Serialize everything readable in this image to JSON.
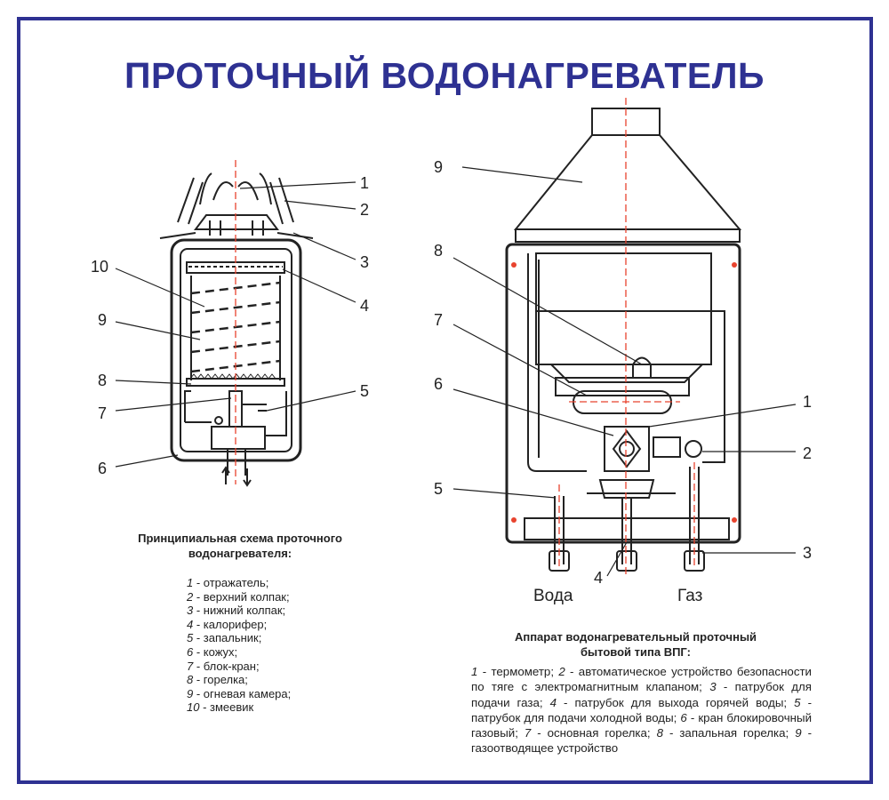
{
  "title": "ПРОТОЧНЫЙ ВОДОНАГРЕВАТЕЛЬ",
  "left_diagram": {
    "callouts": [
      "1",
      "2",
      "3",
      "4",
      "5",
      "6",
      "7",
      "8",
      "9",
      "10"
    ],
    "caption_line1": "Принципиальная схема проточного",
    "caption_line2": "водонагревателя:",
    "legend": [
      {
        "n": "1",
        "t": " - отражатель;"
      },
      {
        "n": "2",
        "t": " - верхний колпак;"
      },
      {
        "n": "3",
        "t": " - нижний колпак;"
      },
      {
        "n": "4",
        "t": " - калорифер;"
      },
      {
        "n": "5",
        "t": " - запальник;"
      },
      {
        "n": "6",
        "t": " - кожух;"
      },
      {
        "n": "7",
        "t": " - блок-кран;"
      },
      {
        "n": "8",
        "t": " - горелка;"
      },
      {
        "n": "9",
        "t": " - огневая камера;"
      },
      {
        "n": "10",
        "t": " - змеевик"
      }
    ]
  },
  "right_diagram": {
    "callouts": [
      "1",
      "2",
      "3",
      "4",
      "5",
      "6",
      "7",
      "8",
      "9"
    ],
    "water_label": "Вода",
    "gas_label": "Газ",
    "caption_line1": "Аппарат водонагревательный проточный",
    "caption_line2": "бытовой типа ВПГ:",
    "description": [
      {
        "n": "1",
        "t": " - термометр; "
      },
      {
        "n": "2",
        "t": " - автоматическое устройство безопасности по тяге с электромагнитным клапаном; "
      },
      {
        "n": "3",
        "t": " - патрубок для подачи газа; "
      },
      {
        "n": "4",
        "t": " - патрубок для выхода горячей воды; "
      },
      {
        "n": "5",
        "t": " - патрубок для подачи холодной воды; "
      },
      {
        "n": "6",
        "t": " - кран блокировочный газовый; "
      },
      {
        "n": "7",
        "t": " - основная горелка; "
      },
      {
        "n": "8",
        "t": " - запальная горелка; "
      },
      {
        "n": "9",
        "t": " - газоотводящее устройство"
      }
    ]
  },
  "colors": {
    "frame": "#2e3192",
    "title": "#2e3192",
    "axis": "#e8432e",
    "line": "#222222"
  }
}
